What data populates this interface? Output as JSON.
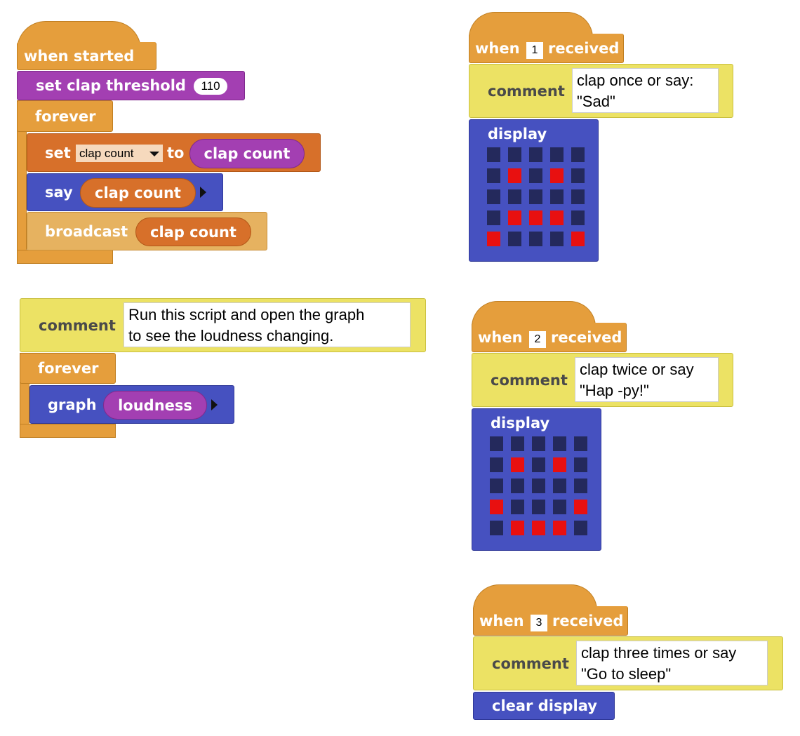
{
  "script_main": {
    "hat_label": "when started",
    "set_threshold_label": "set clap threshold",
    "threshold_value": "110",
    "forever_label": "forever",
    "set_label": "set",
    "set_var": "clap count",
    "to_label": "to",
    "set_reporter": "clap count",
    "say_label": "say",
    "say_reporter": "clap count",
    "broadcast_label": "broadcast",
    "broadcast_reporter": "clap count"
  },
  "script_graph": {
    "comment_label": "comment",
    "comment_text": "Run this script and open the graph\nto see the loudness changing.",
    "forever_label": "forever",
    "graph_label": "graph",
    "graph_reporter": "loudness"
  },
  "handlers": [
    {
      "when_label": "when",
      "message": "1",
      "received_label": "received",
      "comment_label": "comment",
      "comment_text": "clap once or say:\n\"Sad\"",
      "display_label": "display",
      "matrix": [
        [
          0,
          0,
          0,
          0,
          0
        ],
        [
          0,
          1,
          0,
          1,
          0
        ],
        [
          0,
          0,
          0,
          0,
          0
        ],
        [
          0,
          1,
          1,
          1,
          0
        ],
        [
          1,
          0,
          0,
          0,
          1
        ]
      ]
    },
    {
      "when_label": "when",
      "message": "2",
      "received_label": "received",
      "comment_label": "comment",
      "comment_text": "clap twice or say\n\"Hap -py!\"",
      "display_label": "display",
      "matrix": [
        [
          0,
          0,
          0,
          0,
          0
        ],
        [
          0,
          1,
          0,
          1,
          0
        ],
        [
          0,
          0,
          0,
          0,
          0
        ],
        [
          1,
          0,
          0,
          0,
          1
        ],
        [
          0,
          1,
          1,
          1,
          0
        ]
      ]
    },
    {
      "when_label": "when",
      "message": "3",
      "received_label": "received",
      "comment_label": "comment",
      "comment_text": "clap three times or say\n\"Go to sleep\"",
      "clear_label": "clear display"
    }
  ],
  "colors": {
    "control": "#e59e3c",
    "variables": "#d7702a",
    "sensing": "#a33fb2",
    "looks": "#4651c0",
    "comment": "#ece264",
    "led_on": "#e81010",
    "led_off": "#24295c"
  }
}
